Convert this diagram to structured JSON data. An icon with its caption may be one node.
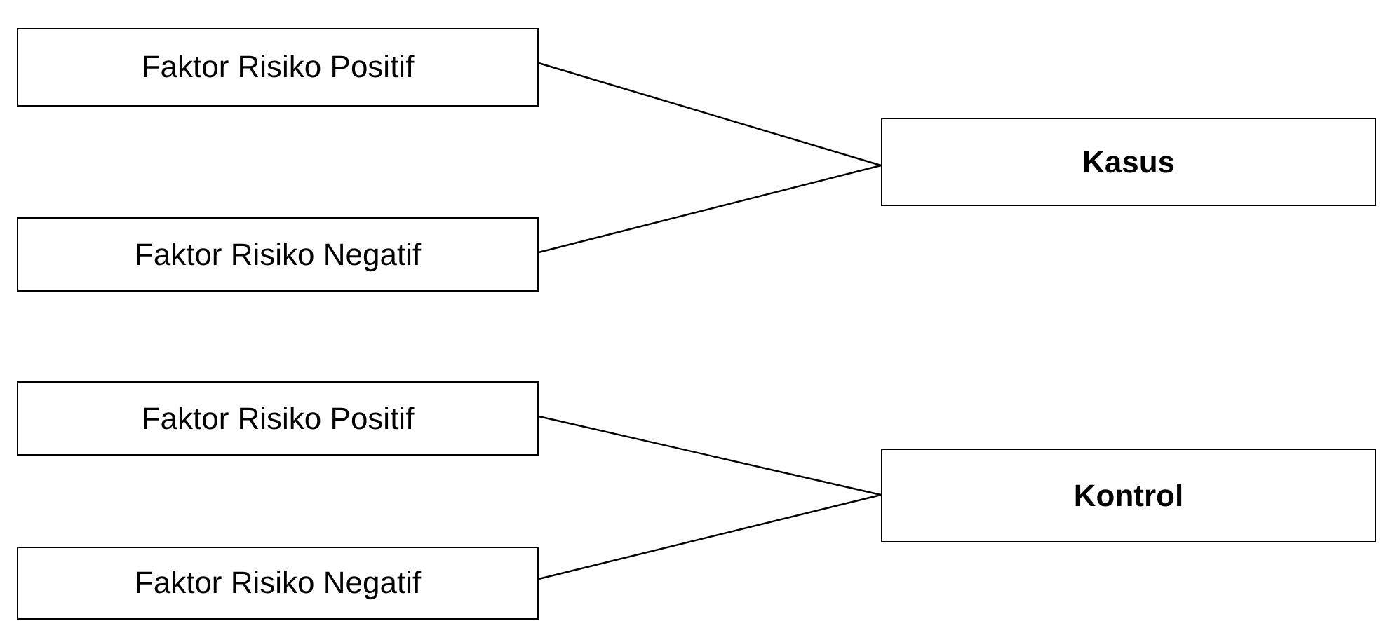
{
  "diagram": {
    "nodes": [
      {
        "text": [
          "Faktor Risiko Positif"
        ]
      },
      {
        "text": [
          "Faktor Risiko Negatif"
        ]
      },
      {
        "text": [
          "Kasus"
        ]
      },
      {
        "text": [
          "Faktor Risiko Positif"
        ]
      },
      {
        "text": [
          "Faktor Risiko Negatif"
        ]
      },
      {
        "text": [
          "Kontrol"
        ]
      }
    ],
    "edges": [
      {
        "from": 0,
        "to": 2,
        "arrow": "none"
      },
      {
        "from": 1,
        "to": 2,
        "arrow": "none"
      },
      {
        "from": 3,
        "to": 5,
        "arrow": "none"
      },
      {
        "from": 4,
        "to": 5,
        "arrow": "none"
      }
    ]
  }
}
